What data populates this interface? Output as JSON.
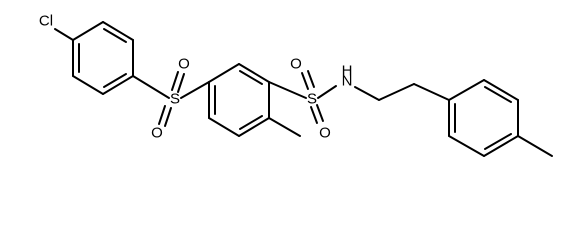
{
  "structure": {
    "line_color": "#000000",
    "background": "#ffffff",
    "atom_labels": {
      "chlorine": "Cl",
      "sulfone_sulfur": "S",
      "sulfone_oxygen_top": "O",
      "sulfone_oxygen_bottom": "O",
      "sulfonamide_sulfur": "S",
      "sulfonamide_oxygen_top": "O",
      "sulfonamide_oxygen_bottom": "O",
      "amide_nitrogen": "N",
      "amide_hydrogen": "H"
    }
  }
}
